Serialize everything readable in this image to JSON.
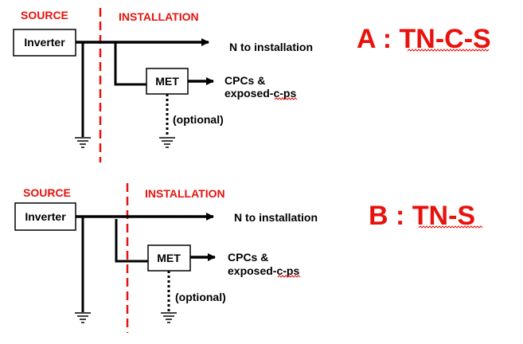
{
  "colors": {
    "accent": "#e8120c",
    "line": "#000000",
    "background": "#ffffff"
  },
  "diagram_a": {
    "source_label": "SOURCE",
    "installation_label": "INSTALLATION",
    "inverter_label": "Inverter",
    "met_label": "MET",
    "n_label": "N to installation",
    "cpc_line1": "CPCs &",
    "cpc_line2": "exposed-c-ps",
    "optional_label": "(optional)",
    "title": "A : TN-C-S"
  },
  "diagram_b": {
    "source_label": "SOURCE",
    "installation_label": "INSTALLATION",
    "inverter_label": "Inverter",
    "met_label": "MET",
    "n_label": "N to installation",
    "cpc_line1": "CPCs &",
    "cpc_line2": "exposed-c-ps",
    "optional_label": "(optional)",
    "title": "B : TN-S"
  }
}
